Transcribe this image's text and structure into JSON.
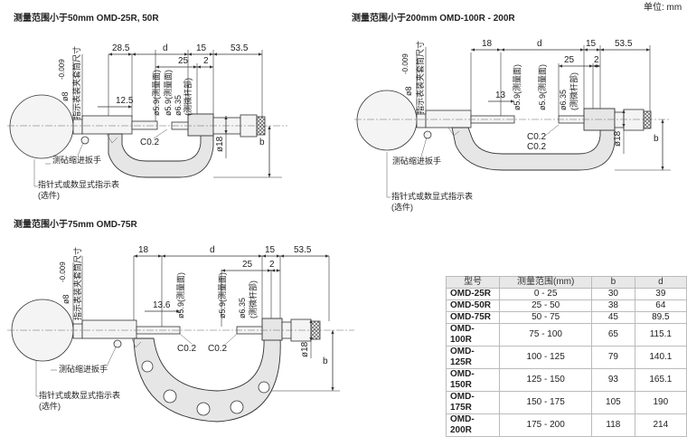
{
  "unit_note": "单位: mm",
  "figures": {
    "fig1": {
      "title": "测量范围小于50mm  OMD-25R, 50R",
      "dims": {
        "d1": "28.5",
        "d2": "d",
        "d3": "15",
        "d4": "53.5",
        "d5": "25",
        "d6": "2",
        "d7": "12.5",
        "d8": "C0.2",
        "d9": "ø18",
        "d10": "b"
      }
    },
    "fig2": {
      "title": "测量范围小于200mm  OMD-100R - 200R",
      "dims": {
        "d1": "18",
        "d2": "d",
        "d3": "15",
        "d4": "53.5",
        "d5": "25",
        "d6": "2",
        "d7": "13",
        "d8": "C0.2",
        "d9": "C0.2",
        "d10": "ø18",
        "d11": "b"
      }
    },
    "fig3": {
      "title": "测量范围小于75mm  OMD-75R",
      "dims": {
        "d1": "18",
        "d2": "d",
        "d3": "15",
        "d4": "53.5",
        "d5": "25",
        "d6": "2",
        "d7": "13.6",
        "d8": "C0.2",
        "d9": "C0.2",
        "d10": "ø18",
        "d11": "b"
      }
    }
  },
  "labels": {
    "dial_dia": "ø8",
    "dial_tol": "-0.009",
    "dial_size": "指示表装夹套筒尺寸",
    "anvil_dia": "ø5.9(测量面)",
    "anvil_dia_2": "ø5.9(测量面)",
    "spindle_dia": "ø6.35",
    "spindle_name": "(测微杆部)",
    "retract_lever": "测砧缩进扳手",
    "indicator": "指针式或数显式指示表",
    "optional": "(选件)"
  },
  "table": {
    "headers": [
      "型号",
      "测量范围(mm)",
      "b",
      "d"
    ],
    "rows": [
      [
        "OMD-25R",
        "0 - 25",
        "30",
        "39"
      ],
      [
        "OMD-50R",
        "25 - 50",
        "38",
        "64"
      ],
      [
        "OMD-75R",
        "50 - 75",
        "45",
        "89.5"
      ],
      [
        "OMD-100R",
        "75 - 100",
        "65",
        "115.1"
      ],
      [
        "OMD-125R",
        "100 - 125",
        "79",
        "140.1"
      ],
      [
        "OMD-150R",
        "125 - 150",
        "93",
        "165.1"
      ],
      [
        "OMD-175R",
        "150 - 175",
        "105",
        "190"
      ],
      [
        "OMD-200R",
        "175 - 200",
        "118",
        "214"
      ]
    ]
  }
}
